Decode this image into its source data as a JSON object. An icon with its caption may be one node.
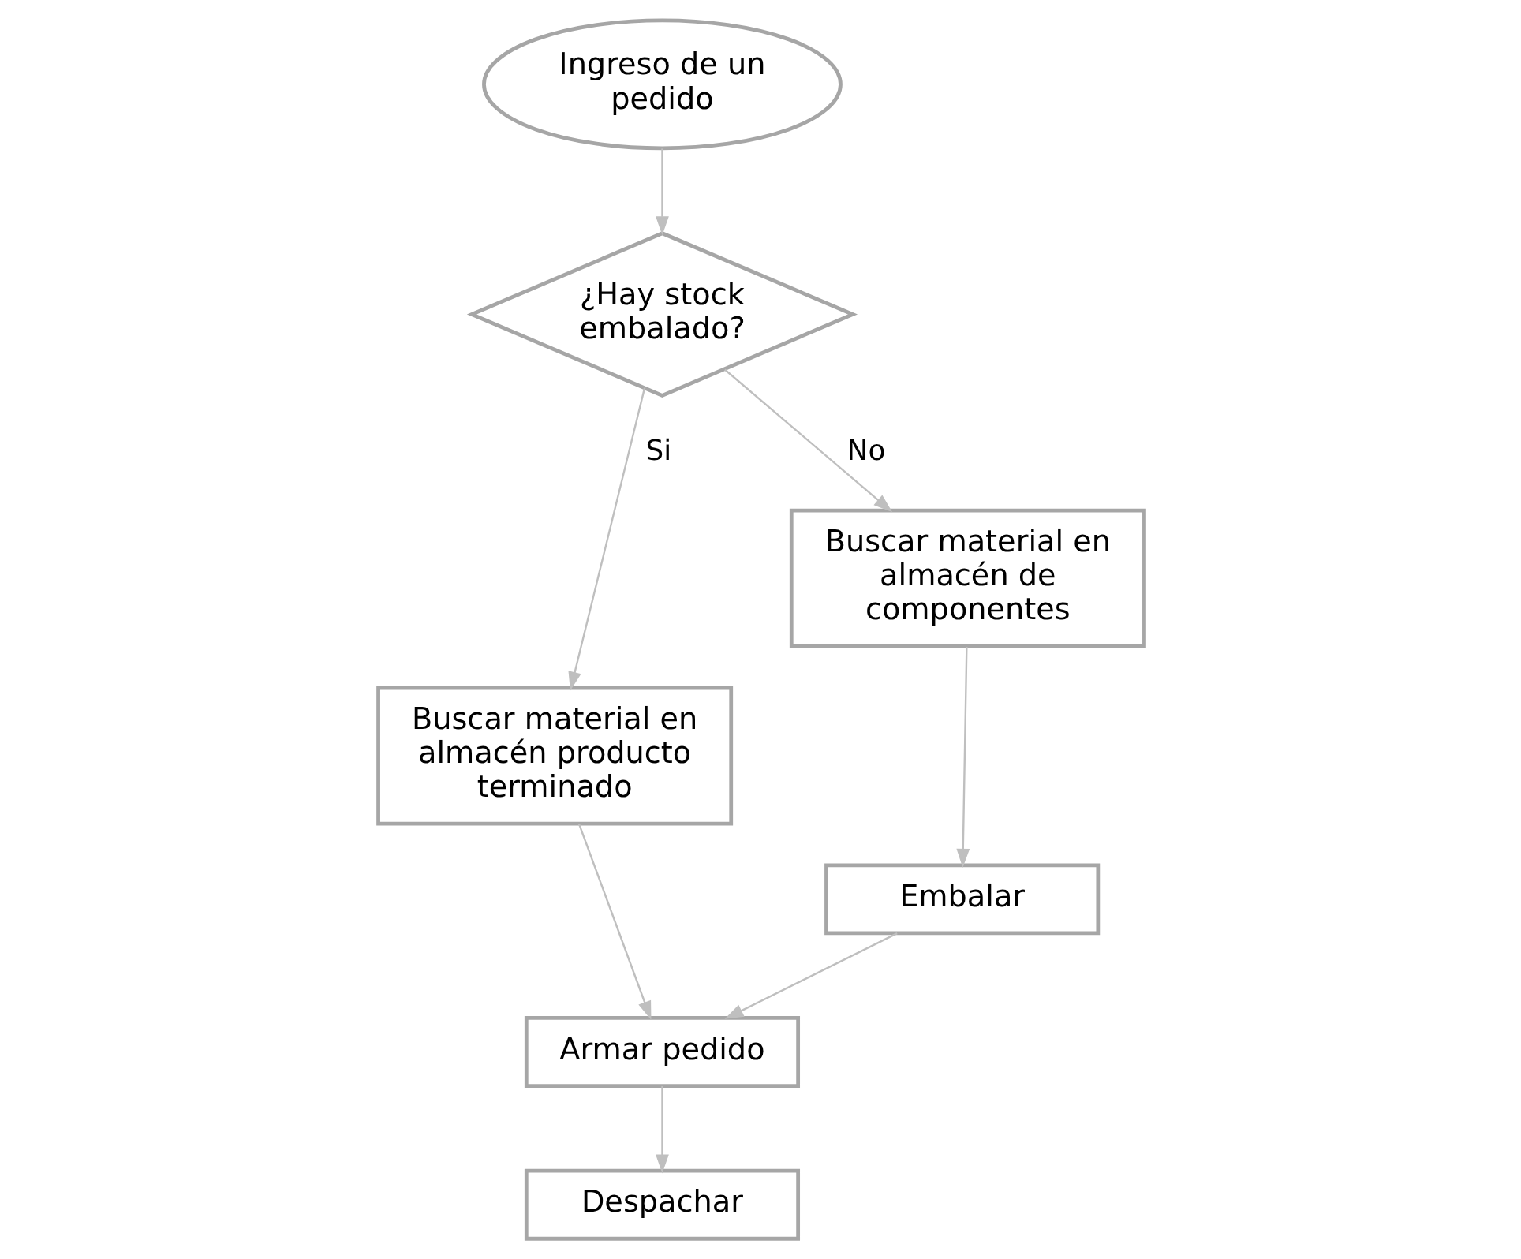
{
  "diagram": {
    "nodes": [
      {
        "text": [
          "Ingreso de un pedido"
        ]
      },
      {
        "text": [
          "¿Hay stock embalado?"
        ]
      },
      {
        "text": [
          "Buscar material en almacén producto terminado"
        ]
      },
      {
        "text": [
          "Buscar material en almacén de componentes"
        ]
      },
      {
        "text": [
          "Embalar"
        ]
      },
      {
        "text": [
          "Armar pedido"
        ]
      },
      {
        "text": [
          "Despachar"
        ]
      }
    ],
    "edges": [
      {
        "from": 0,
        "to": 1,
        "arrow": "to"
      },
      {
        "from": 1,
        "to": 2,
        "arrow": "to",
        "label": "Si"
      },
      {
        "from": 1,
        "to": 3,
        "arrow": "to",
        "label": "No"
      },
      {
        "from": 3,
        "to": 4,
        "arrow": "to"
      },
      {
        "from": 4,
        "to": 5,
        "arrow": "to"
      },
      {
        "from": 2,
        "to": 5,
        "arrow": "to"
      },
      {
        "from": 5,
        "to": 6,
        "arrow": "to"
      }
    ]
  }
}
